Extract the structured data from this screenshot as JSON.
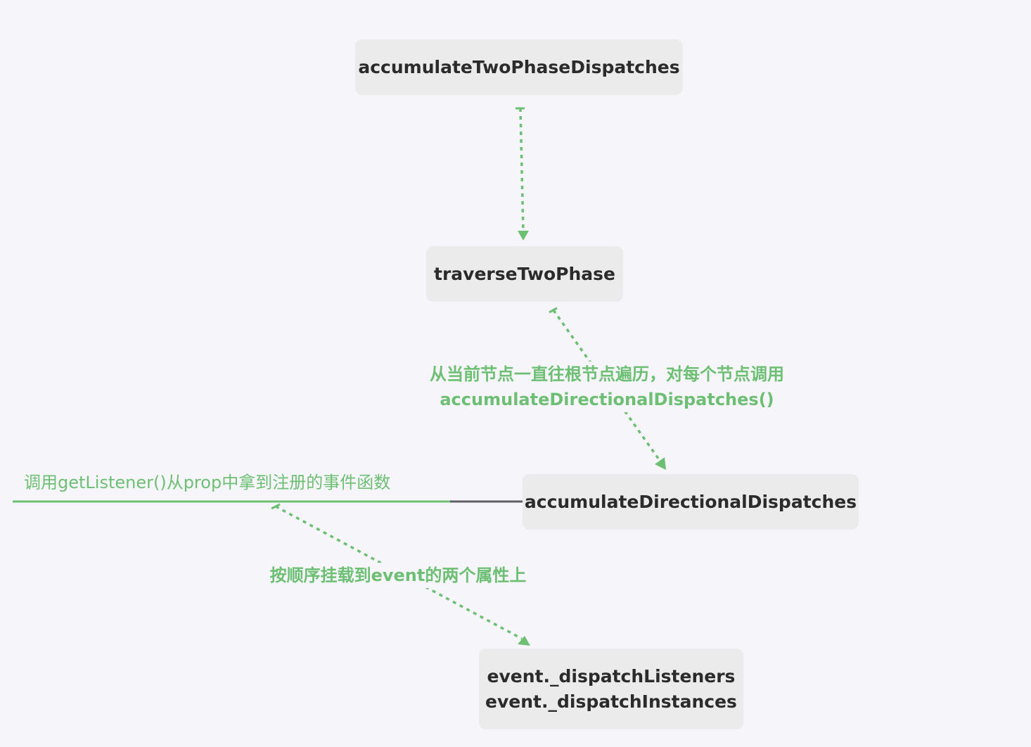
{
  "nodes": {
    "accumulate_two_phase": "accumulateTwoPhaseDispatches",
    "traverse_two_phase": "traverseTwoPhase",
    "accumulate_directional": "accumulateDirectionalDispatches",
    "event_fields": {
      "line1": "event._dispatchListeners",
      "line2": "event._dispatchInstances"
    }
  },
  "edge_labels": {
    "traverse_line1": "从当前节点一直往根节点遍历，对每个节点调用",
    "traverse_line2": "accumulateDirectionalDispatches()",
    "mount": "按顺序挂载到event的两个属性上"
  },
  "branch_label": "调用getListener()从prop中拿到注册的事件函数",
  "colors": {
    "background": "#f5f5fa",
    "node_fill": "#ebebeb",
    "node_text": "#2b2b2b",
    "accent_green": "#6dbf73",
    "connector_gray": "#5f5f66"
  }
}
